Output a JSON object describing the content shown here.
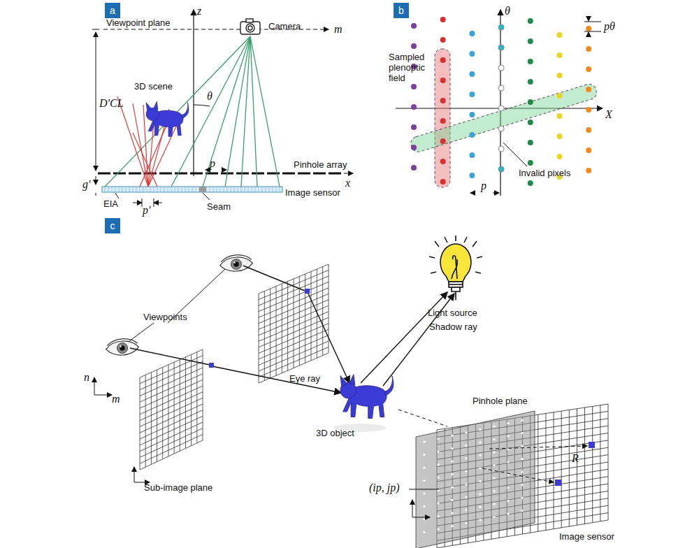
{
  "diagram": {
    "nodes": [
      {
        "text": [
          "a"
        ]
      },
      {
        "text": [
          "b"
        ]
      },
      {
        "text": [
          "c"
        ]
      }
    ],
    "labels": [
      "Viewpoint plane",
      "z",
      "m",
      "Camera",
      "3D scene",
      "D′CL",
      "θ",
      "p",
      "Pinhole array",
      "x",
      "g′",
      "EIA",
      "p′",
      "Seam",
      "Image sensor",
      "θ",
      "Sampled plenoptic field",
      "pθ",
      "X",
      "Invalid pixels",
      "p",
      "Light source",
      "Viewpoints",
      "n",
      "m",
      "Shadow ray",
      "Eye ray",
      "Sub-image plane",
      "3D object",
      "Pinhole plane",
      "(ip, jp)",
      "R",
      "Image sensor"
    ]
  }
}
